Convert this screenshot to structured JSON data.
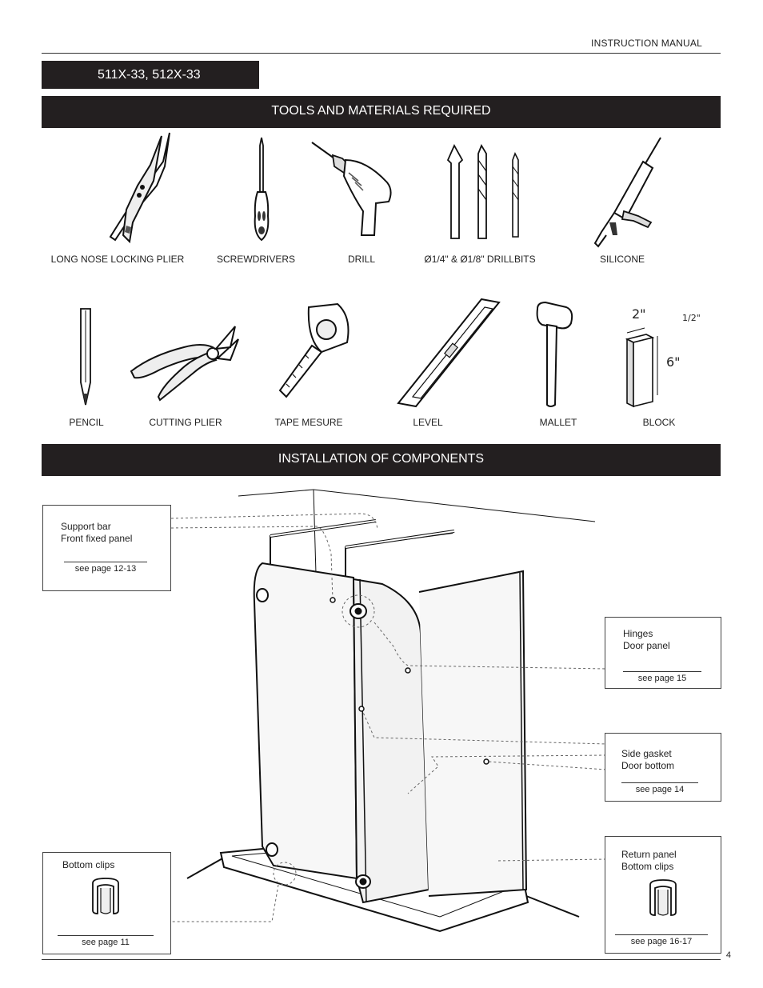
{
  "header": {
    "title": "INSTRUCTION MANUAL",
    "page_number": "4"
  },
  "model": {
    "label": "511X-33, 512X-33"
  },
  "tools_section": {
    "title": "TOOLS AND MATERIALS REQUIRED",
    "row1": [
      "LONG NOSE LOCKING PLIER",
      "SCREWDRIVERS",
      "DRILL",
      "Ø1/4\" & Ø1/8\" DRILLBITS",
      "SILICONE"
    ],
    "row2": [
      "PENCIL",
      "CUTTING PLIER",
      "TAPE MESURE",
      "LEVEL",
      "MALLET",
      "BLOCK"
    ],
    "block_dims": {
      "width": "2\"",
      "thickness": "1/2\"",
      "height": "6\""
    }
  },
  "install_section": {
    "title": "INSTALLATION OF COMPONENTS",
    "callouts": {
      "support": {
        "items": [
          "Support bar",
          "Front fixed panel"
        ],
        "see": "see page 12-13"
      },
      "hinges": {
        "items": [
          "Hinges",
          "Door panel"
        ],
        "see": "see page 15"
      },
      "gasket": {
        "items": [
          "Side gasket",
          "Door bottom"
        ],
        "see": "see page 14"
      },
      "bottom_clips": {
        "items": [
          "Bottom clips"
        ],
        "see": "see page 11"
      },
      "return": {
        "items": [
          "Return panel",
          "Bottom clips"
        ],
        "see": "see page 16-17"
      }
    },
    "bullet_glyph": ""
  }
}
